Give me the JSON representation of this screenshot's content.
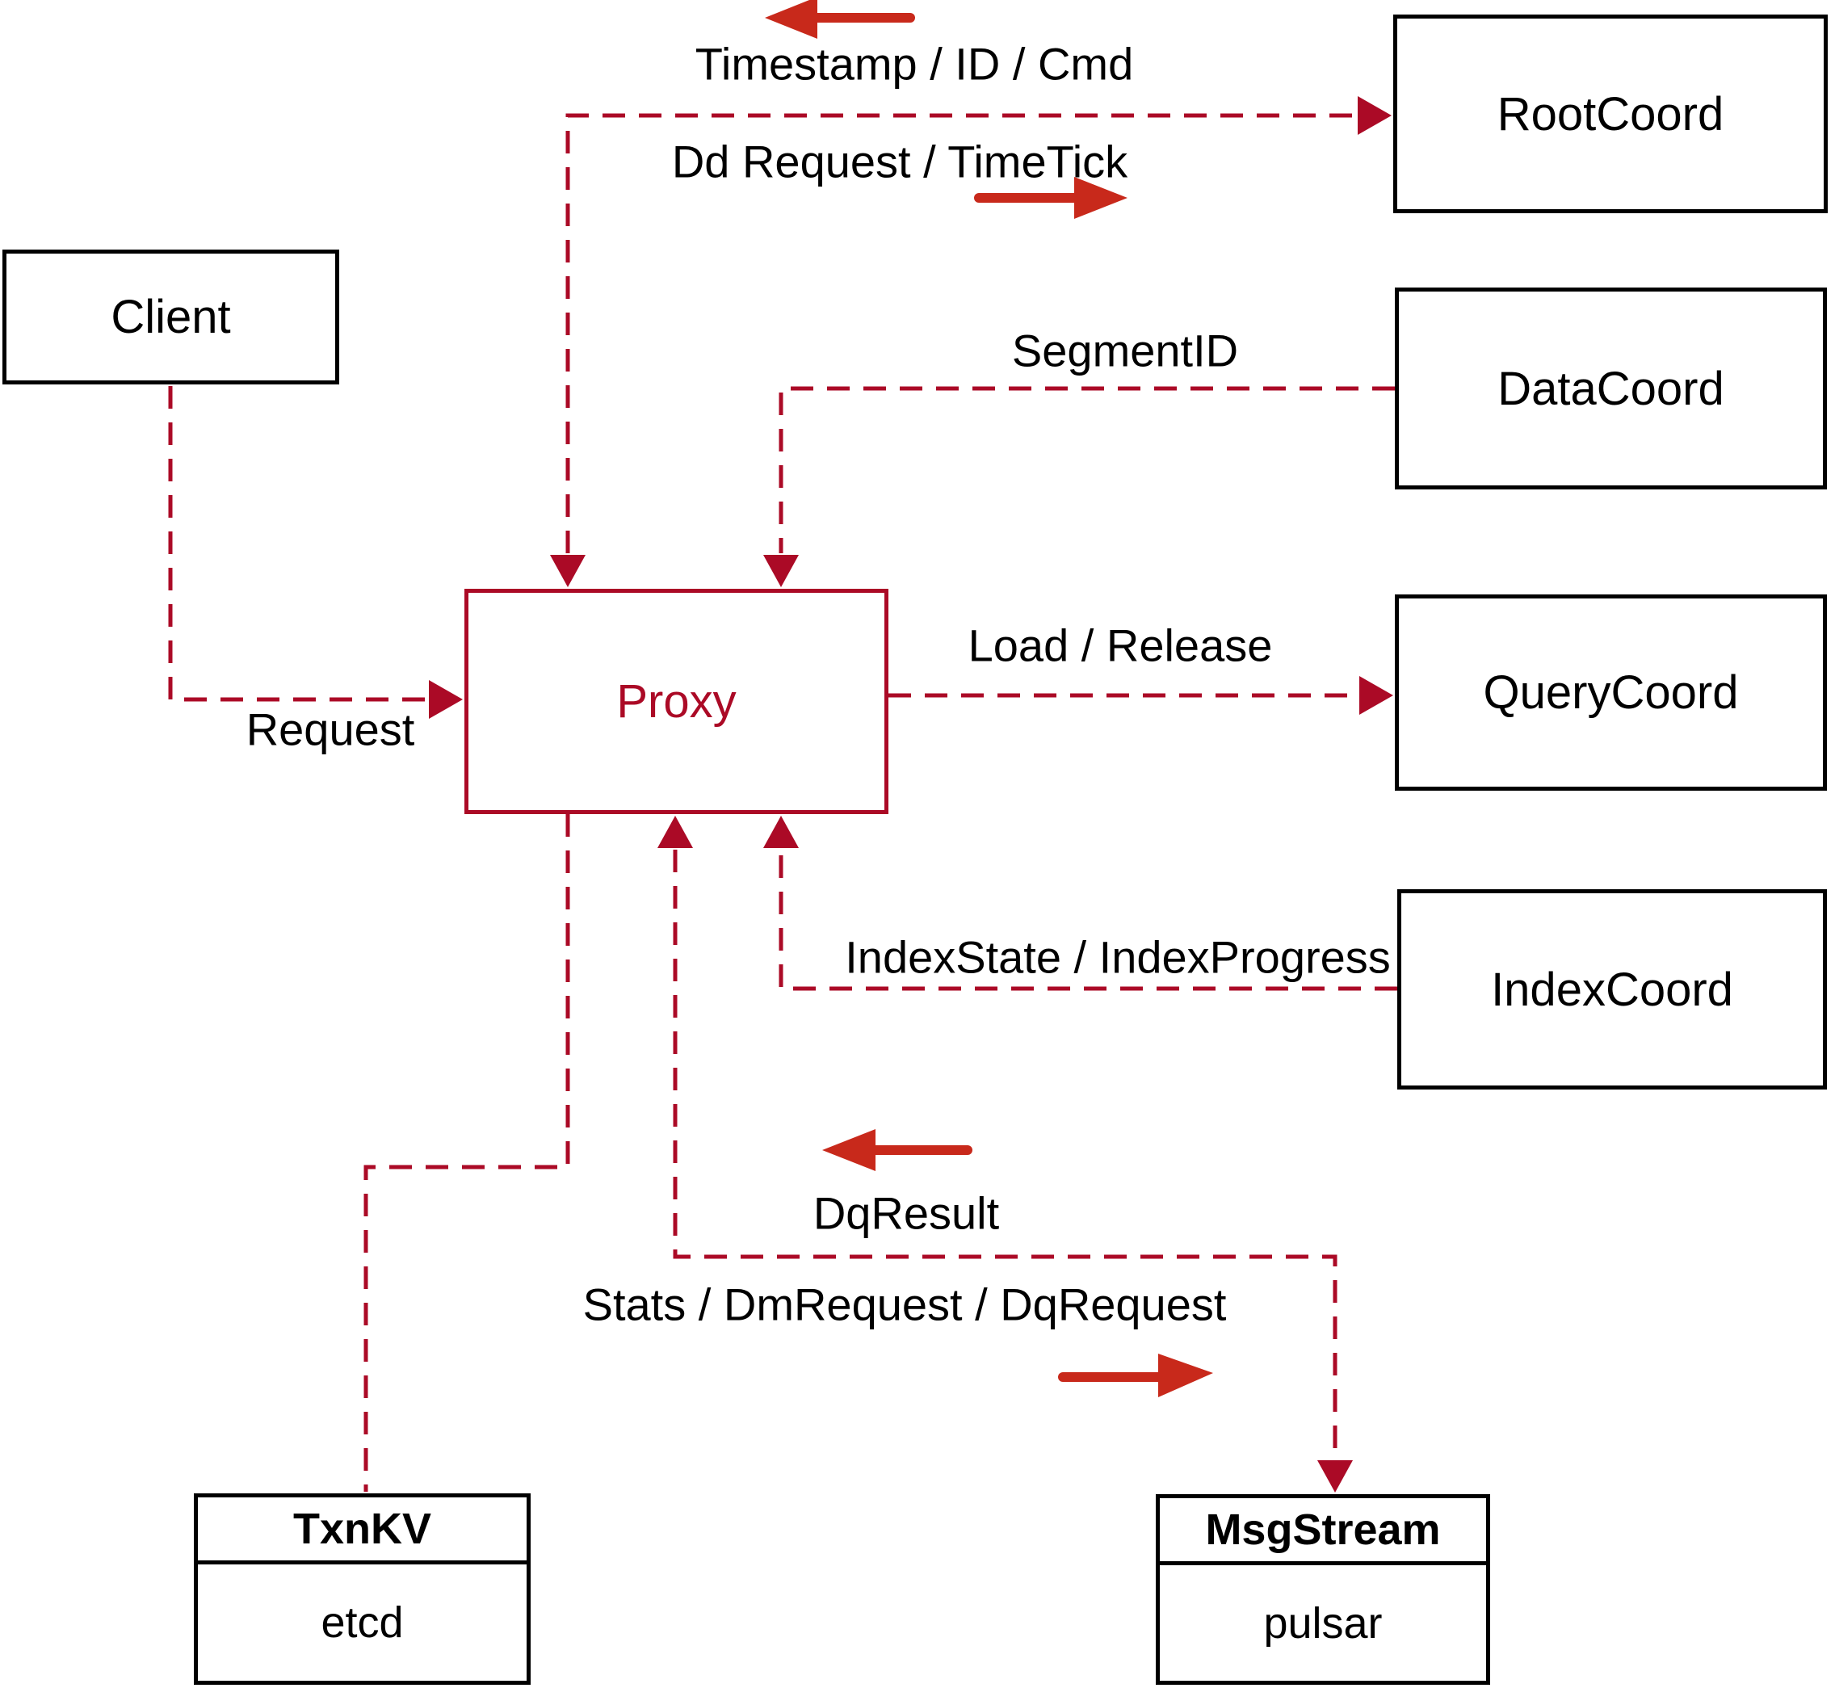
{
  "diagram": {
    "colors": {
      "connector": "#ab0a26",
      "flow_arrow": "#c8291b",
      "box_border": "#000000",
      "text": "#000000",
      "background": "#ffffff"
    },
    "nodes": {
      "client": {
        "label": "Client"
      },
      "proxy": {
        "label": "Proxy"
      },
      "rootcoord": {
        "label": "RootCoord"
      },
      "datacoord": {
        "label": "DataCoord"
      },
      "querycoord": {
        "label": "QueryCoord"
      },
      "indexcoord": {
        "label": "IndexCoord"
      },
      "txnkv": {
        "title": "TxnKV",
        "subtitle": "etcd"
      },
      "msgstream": {
        "title": "MsgStream",
        "subtitle": "pulsar"
      }
    },
    "edge_labels": {
      "timestamp_id_cmd": "Timestamp / ID / Cmd",
      "dd_request_timetick": "Dd Request / TimeTick",
      "segment_id": "SegmentID",
      "load_release": "Load / Release",
      "index_state_progress": "IndexState / IndexProgress",
      "dq_result": "DqResult",
      "stats_dm_dq_request": "Stats / DmRequest / DqRequest",
      "request": "Request"
    }
  }
}
